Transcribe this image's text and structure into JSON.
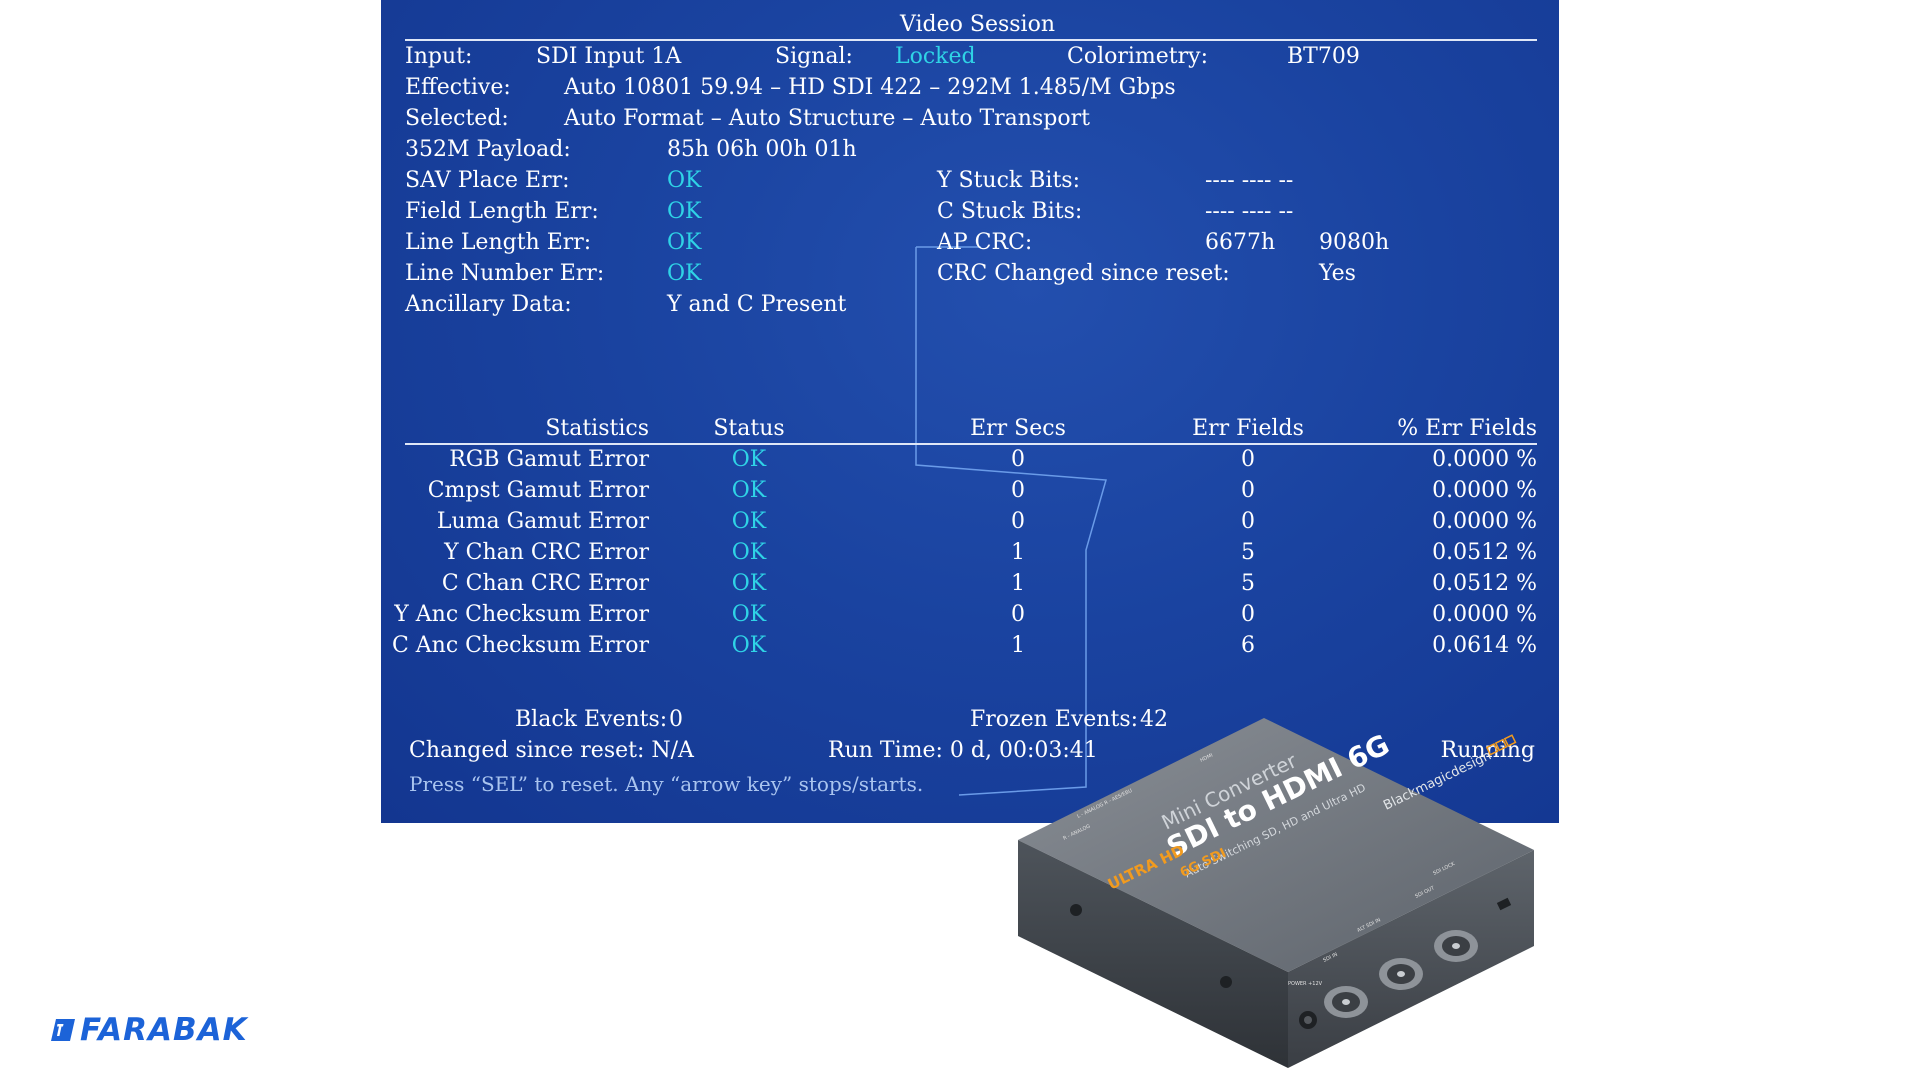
{
  "session": {
    "title": "Video Session",
    "input_label": "Input:",
    "input_value": "SDI Input 1A",
    "signal_label": "Signal:",
    "signal_value": "Locked",
    "colorimetry_label": "Colorimetry:",
    "colorimetry_value": "BT709",
    "effective_label": "Effective:",
    "effective_value": "Auto 10801 59.94 – HD SDI 422 – 292M 1.485/M Gbps",
    "selected_label": "Selected:",
    "selected_value": "Auto Format – Auto Structure – Auto Transport",
    "payload_label": "352M Payload:",
    "payload_value": "85h 06h 00h 01h"
  },
  "errors": [
    {
      "label": "SAV Place Err:",
      "value": "OK"
    },
    {
      "label": "Field Length Err:",
      "value": "OK"
    },
    {
      "label": "Line Length Err:",
      "value": "OK"
    },
    {
      "label": "Line Number Err:",
      "value": "OK"
    }
  ],
  "ancillary": {
    "label": "Ancillary Data:",
    "value": "Y and C Present"
  },
  "right_info": {
    "y_stuck_label": "Y Stuck Bits:",
    "y_stuck_value": "---- ---- --",
    "c_stuck_label": "C Stuck Bits:",
    "c_stuck_value": "---- ---- --",
    "ap_crc_label": "AP CRC:",
    "ap_crc_value1": "6677h",
    "ap_crc_value2": "9080h",
    "crc_changed_label": "CRC Changed since reset:",
    "crc_changed_value": "Yes"
  },
  "statistics": {
    "headers": [
      "Statistics",
      "Status",
      "Err Secs",
      "Err Fields",
      "% Err Fields"
    ],
    "rows": [
      {
        "name": "RGB Gamut Error",
        "status": "OK",
        "err_secs": "0",
        "err_fields": "0",
        "pct": "0.0000 %"
      },
      {
        "name": "Cmpst Gamut Error",
        "status": "OK",
        "err_secs": "0",
        "err_fields": "0",
        "pct": "0.0000 %"
      },
      {
        "name": "Luma Gamut Error",
        "status": "OK",
        "err_secs": "0",
        "err_fields": "0",
        "pct": "0.0000 %"
      },
      {
        "name": "Y Chan CRC Error",
        "status": "OK",
        "err_secs": "1",
        "err_fields": "5",
        "pct": "0.0512 %"
      },
      {
        "name": "C Chan CRC Error",
        "status": "OK",
        "err_secs": "1",
        "err_fields": "5",
        "pct": "0.0512 %"
      },
      {
        "name": "Y Anc Checksum Error",
        "status": "OK",
        "err_secs": "0",
        "err_fields": "0",
        "pct": "0.0000 %"
      },
      {
        "name": "C Anc Checksum Error",
        "status": "OK",
        "err_secs": "1",
        "err_fields": "6",
        "pct": "0.0614 %"
      }
    ]
  },
  "footer": {
    "black_events_label": "Black Events:",
    "black_events_value": "0",
    "frozen_events_label": "Frozen Events:",
    "frozen_events_value": "42",
    "changed_since_reset": "Changed since reset: N/A",
    "run_time": "Run Time: 0 d, 00:03:41",
    "state": "Running",
    "hint": "Press “SEL” to reset.   Any “arrow key” stops/starts."
  },
  "device": {
    "brand": "Blackmagicdesign",
    "series": "Mini Converter",
    "model": "SDI to HDMI 6G",
    "subtitle": "Auto Switching SD, HD and Ultra HD",
    "badge_uhd": "ULTRA HD",
    "badge_6g": "6G SDI",
    "ports": [
      "HDMI",
      "L - ANALOG R - AES/EBU",
      "R - ANALOG",
      "SDI LOCK",
      "SDI OUT",
      "ALT SDI IN",
      "SDI IN",
      "POWER +12V"
    ]
  },
  "logo": {
    "text": "FARABAK"
  }
}
